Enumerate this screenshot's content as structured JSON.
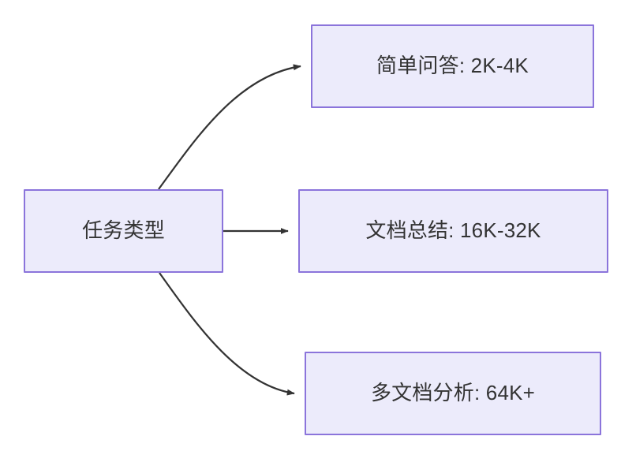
{
  "diagram": {
    "type": "flowchart",
    "direction": "left-to-right",
    "background_color": "#ffffff",
    "node_fill_color": "#ecebfb",
    "node_border_color": "#8b74db",
    "node_text_color": "#333333",
    "edge_color": "#333333",
    "nodes": [
      {
        "id": "root",
        "label": "任务类型"
      },
      {
        "id": "simple-qa",
        "label": "简单问答: 2K-4K"
      },
      {
        "id": "doc-summary",
        "label": "文档总结: 16K-32K"
      },
      {
        "id": "multi-doc",
        "label": "多文档分析: 64K+"
      }
    ],
    "edges": [
      {
        "id": "edge-root-to-simple-qa",
        "from": "root",
        "to": "simple-qa",
        "label": "",
        "style": "curved-arrow"
      },
      {
        "id": "edge-root-to-doc-summary",
        "from": "root",
        "to": "doc-summary",
        "label": "",
        "style": "straight-arrow"
      },
      {
        "id": "edge-root-to-multi-doc",
        "from": "root",
        "to": "multi-doc",
        "label": "",
        "style": "curved-arrow"
      }
    ]
  }
}
